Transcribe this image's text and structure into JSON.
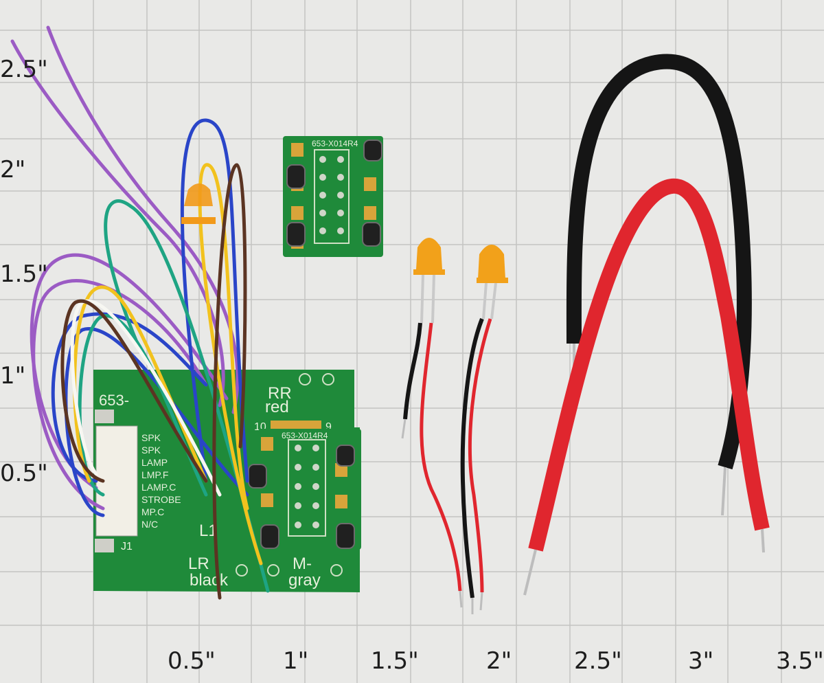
{
  "grid": {
    "y_labels": [
      "2.5\"",
      "2\"",
      "1.5\"",
      "1\"",
      "0.5\""
    ],
    "x_labels": [
      "0.5\"",
      "1\"",
      "1.5\"",
      "2\"",
      "2.5\"",
      "3\"",
      "3.5\""
    ]
  },
  "boards": {
    "small_part_number": "653-X014R4",
    "inner_part_number": "653-X014R4",
    "main_part_number": "653-",
    "rr_label": "RR",
    "rr_color": "red",
    "pin_10": "10",
    "pin_9": "9",
    "connector_label": "J1",
    "pins": [
      "SPK",
      "SPK",
      "LAMP",
      "LMP.F",
      "LAMP.C",
      "STROBE",
      "MP.C",
      "N/C"
    ],
    "lr_label": "LR",
    "lr_color": "black",
    "m_label": "M-",
    "m_color": "gray",
    "l1_label": "L1"
  },
  "colors": {
    "background": "#e9e9e7",
    "grid_line": "#bdbdbb",
    "pcb": "#1f8a3a",
    "pad": "#d8a43a",
    "led": "#f29a1a",
    "wire_red": "#e0262e",
    "wire_black": "#151515"
  }
}
